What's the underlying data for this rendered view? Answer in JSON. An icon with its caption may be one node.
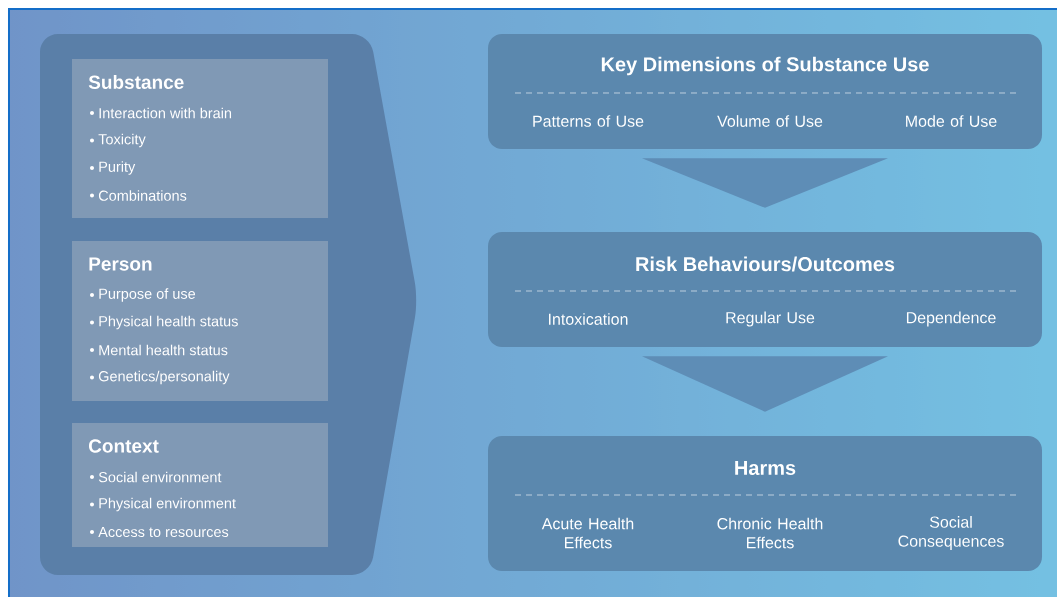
{
  "diagram": {
    "nodes": [
      {
        "text": [],
        "shape": "arrow"
      },
      {
        "text": [
          "Substance",
          "Interaction with brain",
          "Toxicity",
          "Purity",
          "Combinations"
        ],
        "in": 0
      },
      {
        "text": [
          "Person",
          "Purpose of use",
          "Physical health status",
          "Mental health status",
          "Genetics/personality"
        ],
        "in": 0
      },
      {
        "text": [
          "Context",
          "Social environment",
          "Physical environment",
          "Access to resources"
        ],
        "in": 0
      },
      {
        "text": [
          "Key Dimensions of Substance Use",
          "Patterns of Use",
          "Volume of Use",
          "Mode of Use"
        ]
      },
      {
        "text": [
          "Risk Behaviours/Outcomes",
          "Intoxication",
          "Regular Use",
          "Dependence"
        ]
      },
      {
        "text": [
          "Harms",
          "Acute Health Effects",
          "Chronic Health Effects",
          "Social Consequences"
        ]
      }
    ],
    "edges": [
      {
        "from": 4,
        "to": 5,
        "arrow": "to"
      },
      {
        "from": 5,
        "to": 6,
        "arrow": "to"
      }
    ]
  }
}
